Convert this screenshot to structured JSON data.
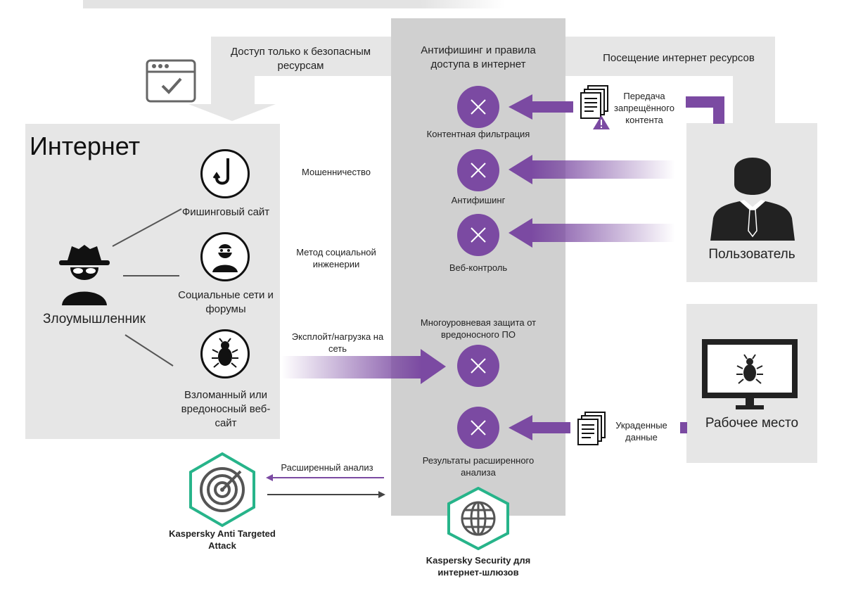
{
  "colors": {
    "panel": "#e6e6e6",
    "center_column": "#d0d0d0",
    "accent_purple": "#7b4aa2",
    "kaspersky_green": "#27b48a"
  },
  "internet": {
    "title": "Интернет",
    "top_label": "Доступ только к безопасным ресурсам",
    "attacker_label": "Злоумышленник",
    "items": [
      {
        "label": "Фишинговый сайт",
        "icon": "fishing-hook-icon"
      },
      {
        "label": "Социальные сети и форумы",
        "icon": "masked-person-icon"
      },
      {
        "label": "Взломанный или вредоносный веб-сайт",
        "icon": "bug-icon"
      }
    ]
  },
  "gateway": {
    "title": "Антифишинг и правила доступа в интернет",
    "modules": [
      {
        "label": "Контентная фильтрация"
      },
      {
        "label": "Антифишинг"
      },
      {
        "label": "Веб-контроль"
      },
      {
        "label": "Многоуровневая защита от вредоносного ПО"
      },
      {
        "label": "Результаты расширенного анализа"
      }
    ]
  },
  "flows": {
    "fraud": "Мошенничество",
    "social_engineering": "Метод социальной инженерии",
    "exploit": "Эксплойт/нагрузка на сеть",
    "forbidden_content": "Передача запрещённого контента",
    "stolen_data": "Украденные данные",
    "advanced_analysis": "Расширенный анализ",
    "visit": "Посещение интернет ресурсов"
  },
  "user": {
    "label": "Пользователь"
  },
  "workstation": {
    "label": "Рабочее место"
  },
  "products": {
    "kata": "Kaspersky Anti Targeted Attack",
    "ksg": "Kaspersky Security для интернет-шлюзов"
  }
}
